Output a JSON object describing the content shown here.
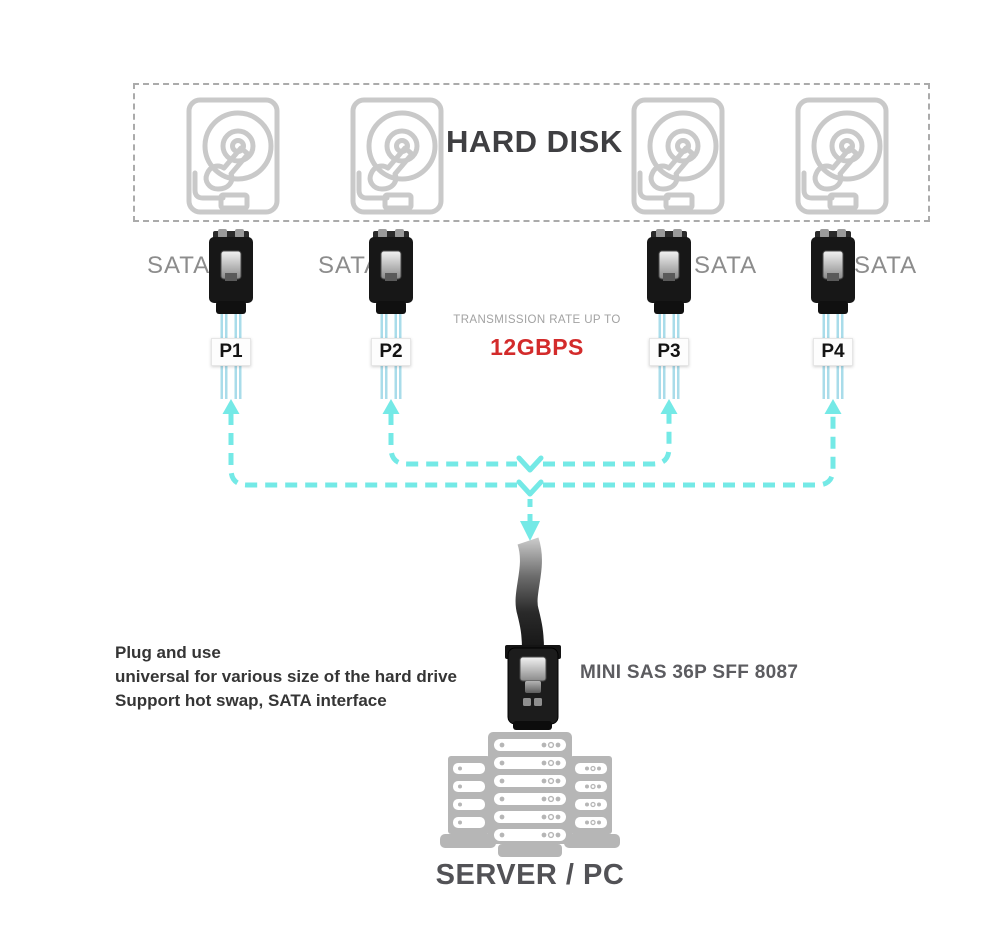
{
  "diagram": {
    "hard_disk_group": {
      "title": "HARD DISK",
      "disk_count": 4
    },
    "ports": [
      {
        "sata": "SATA",
        "port": "P1"
      },
      {
        "sata": "SATA",
        "port": "P2"
      },
      {
        "sata": "SATA",
        "port": "P3"
      },
      {
        "sata": "SATA",
        "port": "P4"
      }
    ],
    "transmission": {
      "caption": "TRANSMISSION RATE UP TO",
      "rate": "12GBPS"
    },
    "sas_connector_label": "MINI SAS 36P SFF 8087",
    "features": {
      "line1": "Plug and use",
      "line2": "universal for various size of the hard drive",
      "line3": "Support hot swap, SATA interface"
    },
    "server": {
      "label": "SERVER / PC"
    },
    "colors": {
      "arrow_cyan": "#74e9e6",
      "rate_red": "#d32b2b",
      "icon_gray": "#c9c9c9",
      "server_gray": "#b6b6b6",
      "cable_blue": "#a9dcea",
      "title_dark": "#3f3f42",
      "label_gray": "#8c8c8c"
    }
  }
}
